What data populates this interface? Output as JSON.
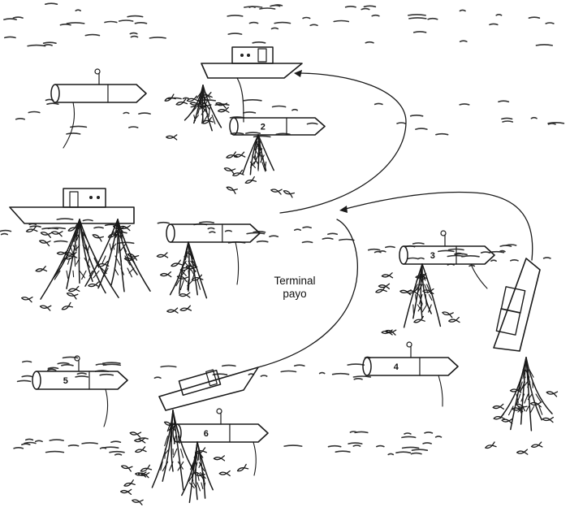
{
  "label": {
    "line1": "Terminal",
    "line2": "payo"
  },
  "payos": [
    {
      "number": ""
    },
    {
      "number": "2"
    },
    {
      "number": ""
    },
    {
      "number": "3"
    },
    {
      "number": "4"
    },
    {
      "number": "5"
    },
    {
      "number": "6"
    }
  ],
  "colors": {
    "ink": "#1a1a1a",
    "background": "#ffffff"
  }
}
